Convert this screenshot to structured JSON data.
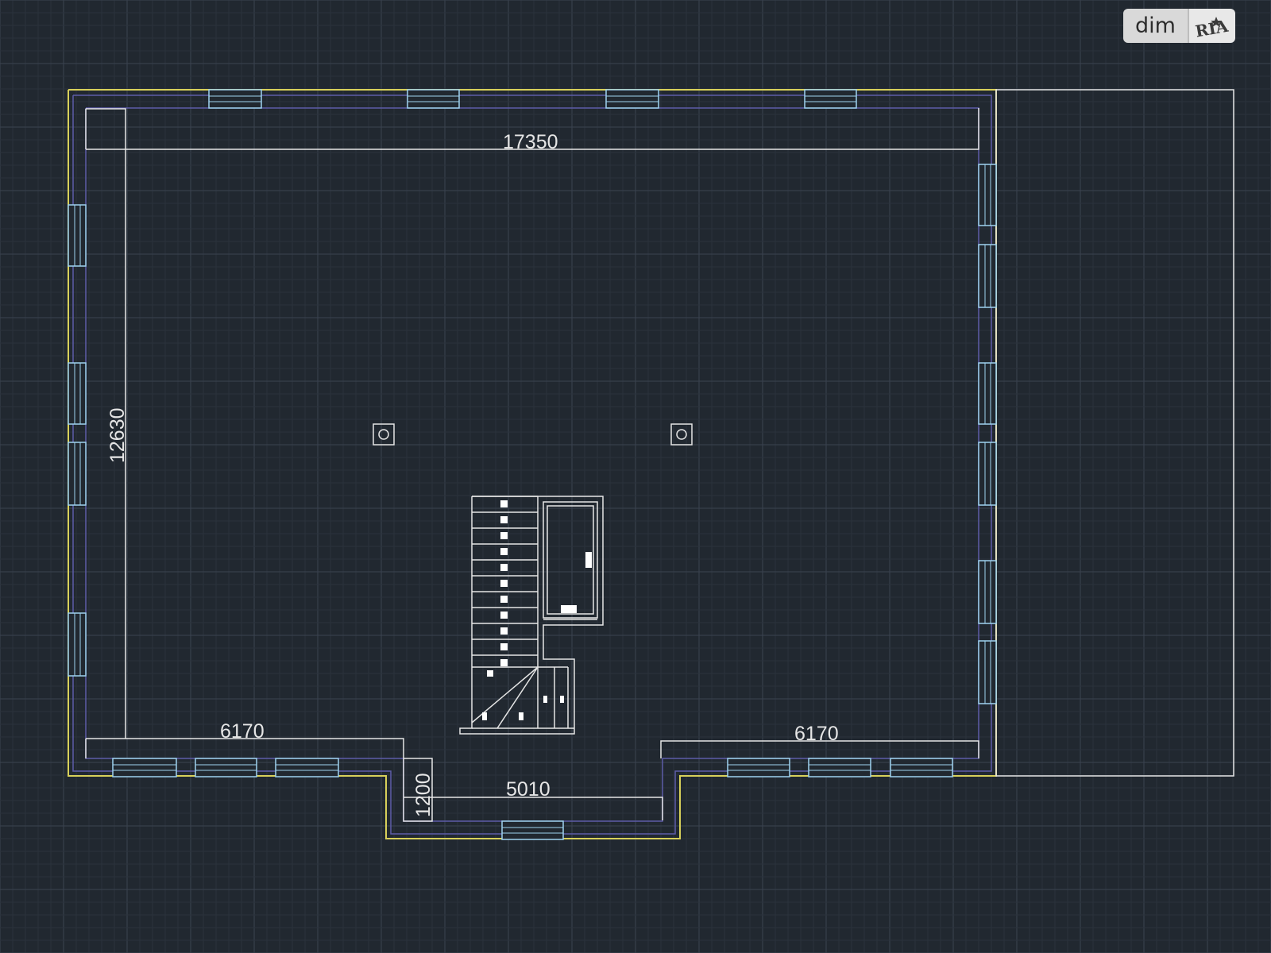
{
  "logo": {
    "brand": "dim",
    "mark": "RIA"
  },
  "dimensions": {
    "top_width": "17350",
    "left_height": "12630",
    "bottom_left": "6170",
    "bottom_right": "6170",
    "bay_width": "5010",
    "bay_depth": "1200"
  },
  "colors": {
    "background": "#212830",
    "grid_major": "#3a4350",
    "grid_minor": "#2a323c",
    "wall_outline": "#d8d05a",
    "inner_line": "#5d5ca8",
    "window": "#9fd3f0",
    "dimension_line": "#e6e6e6"
  }
}
